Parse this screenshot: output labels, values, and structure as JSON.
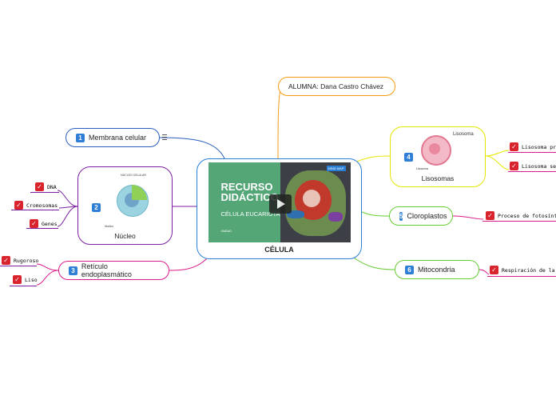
{
  "central": {
    "label": "CÉLULA",
    "video": {
      "title_line1": "RECURSO",
      "title_line2": "DIDÁCTICO",
      "subtitle": "CÉLULA EUCARIOTA",
      "brand": "UNIDAD",
      "badge": "MIND MAP"
    }
  },
  "author": "ALUMNA: Dana Castro Chávez",
  "topics": {
    "membrana": {
      "num": "1",
      "label": "Membrana celular",
      "icon": "notes-icon"
    },
    "nucleo": {
      "num": "2",
      "label": "Núcleo",
      "image_title": "NÚCLEO CELULAR",
      "image_credit": "Núcleo",
      "leaves": [
        "DNA",
        "Cromosomas",
        "Genes"
      ]
    },
    "reticulo": {
      "num": "3",
      "label": "Retículo endoplasmático",
      "leaves": [
        "Rugoroso",
        "Liso"
      ]
    },
    "lisosomas": {
      "num": "4",
      "label": "Lisosomas",
      "image_title": "Lisosoma",
      "image_credit": "Lisosoma",
      "leaves": [
        "Lisosoma primario",
        "Lisosoma secundario"
      ]
    },
    "cloroplastos": {
      "num": "5",
      "label": "Cloroplastos",
      "leaves": [
        "Proceso de fotosíntesis"
      ]
    },
    "mitocondria": {
      "num": "6",
      "label": "Mitocondria",
      "leaves": [
        "Respiración de la célula"
      ]
    }
  },
  "colors": {
    "central": "#2a7fd4",
    "author": "#f39c12",
    "membrana": "#2a5fbf",
    "nucleo": "#7b1fa2",
    "reticulo": "#d81b8c",
    "lisosomas": "#e6e600",
    "cloroplastos": "#66cc33",
    "mitocondria": "#66cc33",
    "nucleo_leaf": "#7b1fa2",
    "reticulo_leaf": "#7b1fa2",
    "lisosomas_leaf": "#d81b8c",
    "cloroplastos_leaf": "#d81b8c",
    "mitocondria_leaf": "#d81b8c"
  }
}
